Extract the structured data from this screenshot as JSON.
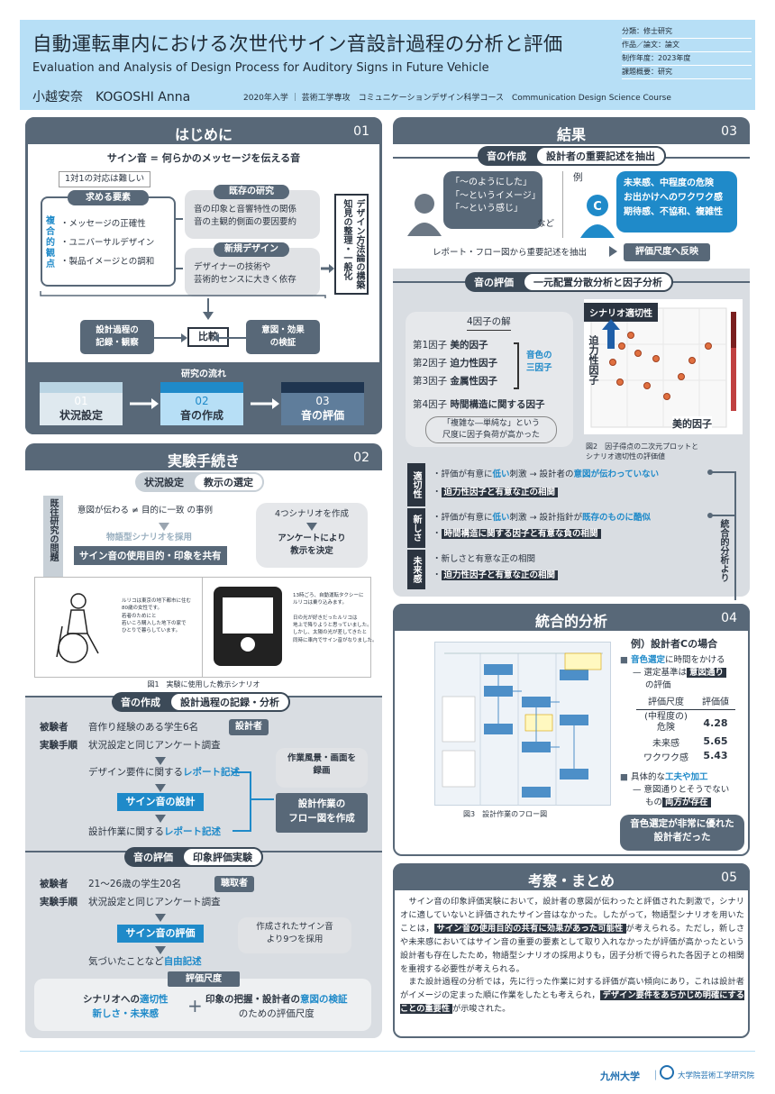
{
  "header": {
    "title_ja": "自動運転車内における次世代サイン音設計過程の分析と評価",
    "title_en": "Evaluation and Analysis of Design Process for Auditory Signs in Future Vehicle",
    "author": "小越安奈　KOGOSHI Anna",
    "affiliation": "2020年入学 ｜ 芸術工学専攻　コミュニケーションデザイン科学コース　Communication Design Science Course",
    "meta": [
      "分類：修士研究",
      "作品／論文：論文",
      "制作年度：2023年度",
      "課題概要：研究"
    ]
  },
  "s1": {
    "title": "はじめに",
    "num": "01",
    "lead": "サイン音 = 何らかのメッセージを伝える音",
    "note": "1対1の対応は難しい",
    "req_title": "求める要素",
    "req_side": "複合的観点",
    "req_items": [
      "・メッセージの正確性",
      "・ユニバーサルデザイン",
      "・製品イメージとの調和"
    ],
    "prior_title": "既存の研究",
    "prior_text": "音の印象と音響特性の関係\n音の主観的側面の要因要約",
    "new_title": "新規デザイン",
    "new_text": "デザイナーの技術や\n芸術的センスに大きく依存",
    "vertical": "デザイン方法論の構築\n知見の整理・一般化",
    "rec": "設計過程の\n記録・観察",
    "compare": "比較",
    "verify": "意図・効果\nの検証",
    "flow_title": "研究の流れ",
    "flow": [
      {
        "n": "01",
        "l": "状況設定"
      },
      {
        "n": "02",
        "l": "音の作成"
      },
      {
        "n": "03",
        "l": "音の評価"
      }
    ]
  },
  "s2": {
    "title": "実験手続き",
    "num": "02",
    "pill1_a": "状況設定",
    "pill1_b": "教示の選定",
    "side": "既往研究の問題",
    "l1": "意図が伝わる ≠ 目的に一致 の事例",
    "l2": "物語型シナリオを採用",
    "l3": "サイン音の使用目的・印象を共有",
    "r1": "4つシナリオを作成",
    "r2": "アンケートにより\n教示を決定",
    "story_left": "ルリコは東京の地下都市に住む\n80歳の女性です。\n若者のためにと\n若いころ購入した地下の家で\nひとりで暮らしています。",
    "story_right": "13時ごろ、自動運転タクシーに\nルリコは乗り込みます。\n\n日の光が好きだったルリコは\n地上で降りようと思っていました。\nしかし、太陽の光が差してきたと\n同時に車内でサイン音がなりました。",
    "fig1": "図1　実験に使用した教示シナリオ",
    "pill2_a": "音の作成",
    "pill2_b": "設計過程の記録・分析",
    "subj_label": "被験者",
    "subj_val": "音作り経験のある学生6名",
    "subj_tag": "設計者",
    "proc_label": "実験手順",
    "p1": "状況設定と同じアンケート調査",
    "p2a": "デザイン要件に関する",
    "p2b": "レポート記述",
    "p3": "サイン音の設計",
    "p4a": "設計作業に関する",
    "p4b": "レポート記述",
    "rec1": "作業風景・画面を\n録画",
    "rec2": "設計作業の\nフロー図を作成",
    "pill3_a": "音の評価",
    "pill3_b": "印象評価実験",
    "subj2_val": "21〜26歳の学生20名",
    "subj2_tag": "聴取者",
    "q1": "状況設定と同じアンケート調査",
    "q2": "サイン音の評価",
    "q2r": "作成されたサイン音\nより9つを採用",
    "q3a": "気づいたことなど",
    "q3b": "自由記述",
    "scale_title": "評価尺度",
    "scale_l1a": "シナリオへの",
    "scale_l1b": "適切性",
    "scale_l2": "新しさ・未来感",
    "plus": "+",
    "scale_r1a": "印象の把握・設計者の",
    "scale_r1b": "意図の検証",
    "scale_r2": "のための評価尺度"
  },
  "s3": {
    "title": "結果",
    "num": "03",
    "pill1_a": "音の作成",
    "pill1_b": "設計者の重要記述を抽出",
    "bubble1": "「〜のようにした」\n「〜というイメージ」\n「〜という感じ」",
    "bubble1_tail": "など",
    "ex": "例",
    "avatar": "C",
    "bubble2": "未来感、中程度の危険\nお出かけへのワクワク感\n期待感、不協和、複雑性",
    "extract": "レポート・フロー図から重要記述を抽出",
    "extract_tag": "評価尺度へ反映",
    "pill2_a": "音の評価",
    "pill2_b": "一元配置分散分析と因子分析",
    "factor_title": "4因子の解",
    "factors": [
      {
        "n": "第1因子",
        "v": "美的因子"
      },
      {
        "n": "第2因子",
        "v": "迫力性因子"
      },
      {
        "n": "第3因子",
        "v": "金属性因子"
      },
      {
        "n": "第4因子",
        "v": "時間構造に関する因子"
      }
    ],
    "trio": "音色の\n三因子",
    "f4note": "「複雑な―単純な」という\n尺度に因子負荷が高かった",
    "plot_tag": "シナリオ適切性",
    "plot_y": "迫力性因子",
    "plot_x": "美的因子",
    "fig2": "図2　因子得点の二次元プロットと\nシナリオ適切性の評価値",
    "res1_tag": "適切性",
    "res1_a": "評価が有意に",
    "res1_b": "低い",
    "res1_c": "刺激 → 設計者の",
    "res1_d": "意図が伝わっていない",
    "res1_e": "迫力性因子と有意な正の相関",
    "res2_tag": "新しさ",
    "res2_a": "評価が有意に",
    "res2_b": "低い",
    "res2_c": "刺激 → 設計指針が",
    "res2_d": "既存のものに酷似",
    "res2_e": "時間構造に関する因子と有意な負の相関",
    "res3_tag": "未来感",
    "res3_a": "新しさと有意な正の相関",
    "res3_e": "迫力性因子と有意な正の相関",
    "side": "統合的分析より"
  },
  "s4": {
    "title": "統合的分析",
    "num": "04",
    "fig3": "図3　設計作業のフロー図",
    "case": "例）設計者Cの場合",
    "b1a": "音色選定",
    "b1b": "に時間をかける",
    "b1c": "— 選定基準は",
    "b1d": "意図通り",
    "b1e": "の評価",
    "th1": "評価尺度",
    "th2": "評価値",
    "rows": [
      {
        "k": "(中程度の)\n危険",
        "v": "4.28"
      },
      {
        "k": "未来感",
        "v": "5.65"
      },
      {
        "k": "ワクワク感",
        "v": "5.43"
      }
    ],
    "b2a": "具体的な",
    "b2b": "工夫や加工",
    "b2c": "— 意図通りとそうでない",
    "b2d": "もの",
    "b2e": "両方が存在",
    "concl": "音色選定が非常に優れた\n設計者だった"
  },
  "s5": {
    "title": "考察・まとめ",
    "num": "05",
    "p1": "　サイン音の印象評価実験において，設計者の意図が伝わったと評価された刺激で，シナリオに適していないと評価されたサイン音はなかった。したがって，物語型シナリオを用いたことは，",
    "p1h": "サイン音の使用目的の共有に効果があった可能性",
    "p1b": "が考えられる。ただし，新しさや未来感においてはサイン音の重要の要素として取り入れなかったが評価が高かったという設計者も存在したため，物語型シナリオの採用よりも，因子分析で得られた各因子との相関を重視する必要性が考えられる。",
    "p2": "　また設計過程の分析では，先に行った作業に対する評価が高い傾向にあり，これは設計者がイメージの定まった順に作業をしたとも考えられ，",
    "p2h": "デザイン要件をあらかじめ明確にすることの重要性",
    "p2b": "が示唆された。"
  },
  "footer": {
    "univ": "九州大学",
    "sep": "｜",
    "lab": "大学院芸術工学研究院"
  },
  "colors": {
    "panel": "#586878",
    "light": "#d9dde2",
    "accent": "#1f8ac9",
    "header": "#b7dff6"
  },
  "chart_data": {
    "type": "scatter",
    "xlabel": "美的因子",
    "ylabel": "迫力性因子",
    "legend": "シナリオ適切性"
  }
}
